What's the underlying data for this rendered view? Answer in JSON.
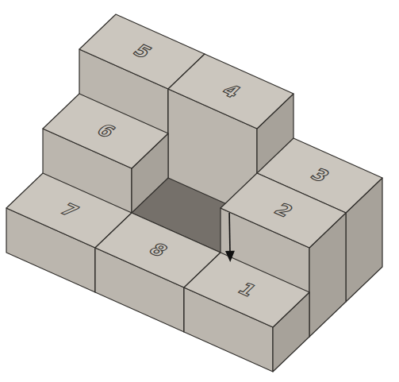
{
  "diagram": {
    "nodes": [
      {
        "text": [
          "5"
        ]
      },
      {
        "text": [
          "4"
        ]
      },
      {
        "text": [
          "6"
        ]
      },
      {
        "text": [
          "3"
        ]
      },
      {
        "text": [
          "7"
        ]
      },
      {
        "text": [
          "2"
        ]
      },
      {
        "text": [
          "8"
        ]
      },
      {
        "text": [
          "1"
        ]
      }
    ]
  }
}
